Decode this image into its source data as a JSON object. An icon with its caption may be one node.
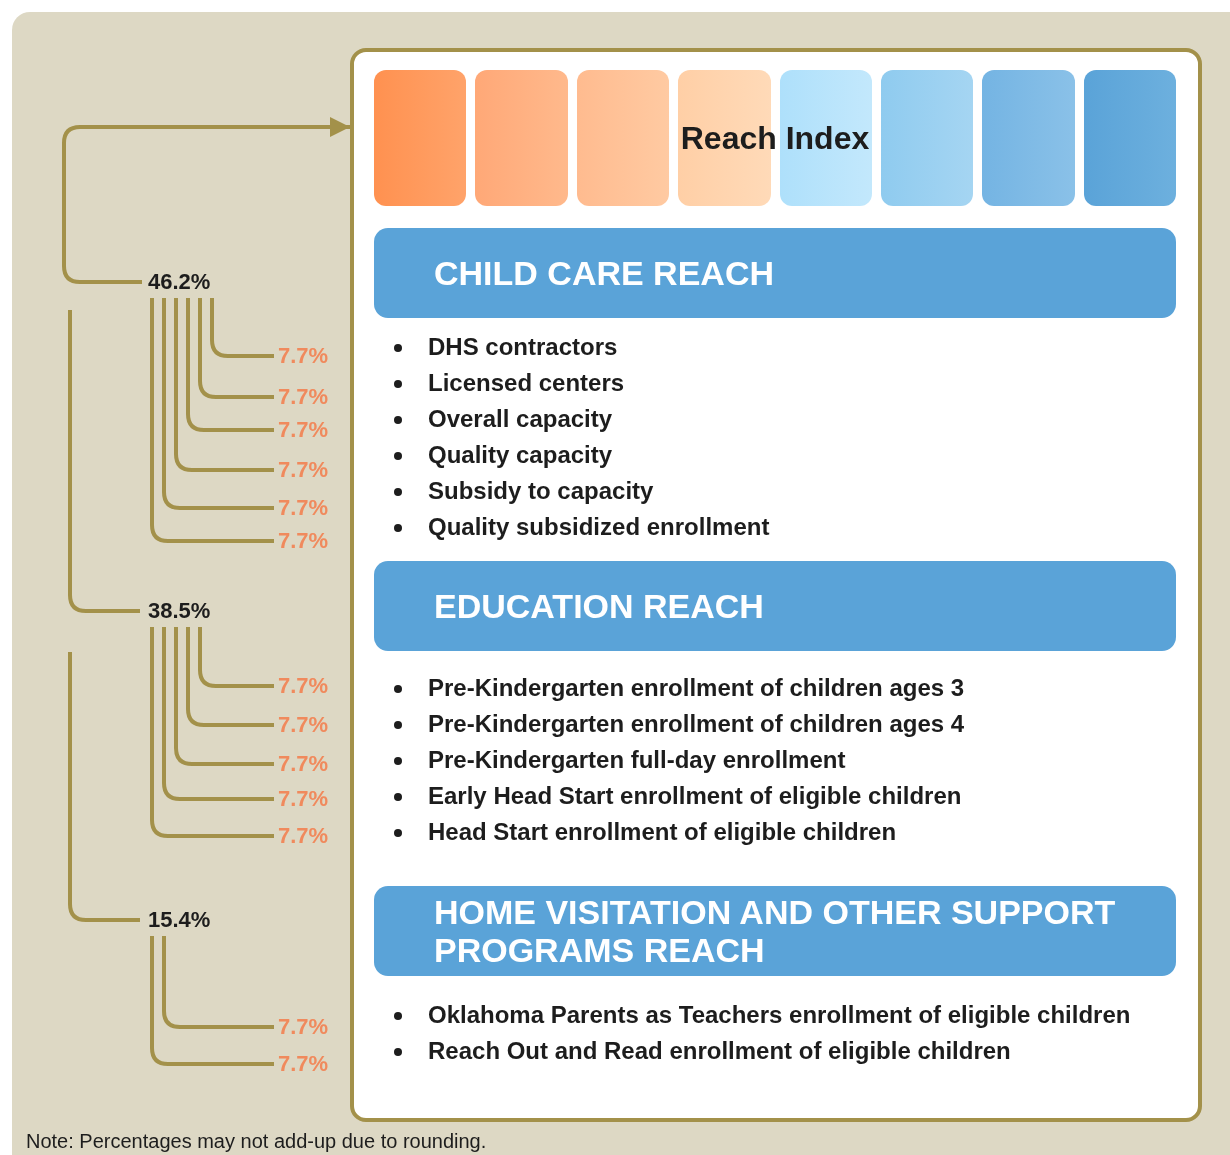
{
  "diagram": {
    "caption": "Note: Percentages may not add-up due to rounding.",
    "nodes": [
      {
        "text": [],
        "shape": "box"
      },
      {
        "text": [
          "Reach Index"
        ],
        "in": 0
      },
      {
        "text": [
          "CHILD CARE REACH"
        ],
        "in": 0,
        "beside": [
          "DHS contractors",
          "Licensed centers",
          "Overall capacity",
          "Quality capacity",
          "Subsidy to capacity",
          "Quality subsidized enrollment"
        ]
      },
      {
        "text": [
          "EDUCATION REACH"
        ],
        "in": 0,
        "beside": [
          "Pre-Kindergarten enrollment of children ages 3",
          "Pre-Kindergarten enrollment of children ages 4",
          "Pre-Kindergarten full-day enrollment",
          "Early Head Start enrollment of eligible children",
          "Head Start enrollment of eligible children"
        ]
      },
      {
        "text": [
          "HOME VISITATION AND OTHER SUPPORT PROGRAMS REACH"
        ],
        "in": 0,
        "beside": [
          "Oklahoma Parents as Teachers enrollment of eligible children",
          "Reach Out and Read enrollment of eligible children"
        ]
      },
      {
        "text": [
          "46.2%"
        ]
      },
      {
        "text": [
          "7.7%"
        ]
      },
      {
        "text": [
          "7.7%"
        ]
      },
      {
        "text": [
          "7.7%"
        ]
      },
      {
        "text": [
          "7.7%"
        ]
      },
      {
        "text": [
          "7.7%"
        ]
      },
      {
        "text": [
          "7.7%"
        ]
      },
      {
        "text": [
          "38.5%"
        ]
      },
      {
        "text": [
          "7.7%"
        ]
      },
      {
        "text": [
          "7.7%"
        ]
      },
      {
        "text": [
          "7.7%"
        ]
      },
      {
        "text": [
          "7.7%"
        ]
      },
      {
        "text": [
          "7.7%"
        ]
      },
      {
        "text": [
          "15.4%"
        ]
      },
      {
        "text": [
          "7.7%"
        ]
      },
      {
        "text": [
          "7.7%"
        ]
      }
    ],
    "edges": [
      {
        "from": 5,
        "to": 0,
        "arrow": "to"
      },
      {
        "from": null,
        "to": 12,
        "arrow": "none"
      },
      {
        "from": null,
        "to": 18,
        "arrow": "none"
      },
      {
        "from": 5,
        "to": 6,
        "arrow": "none"
      },
      {
        "from": 5,
        "to": 7,
        "arrow": "none"
      },
      {
        "from": 5,
        "to": 8,
        "arrow": "none"
      },
      {
        "from": 5,
        "to": 9,
        "arrow": "none"
      },
      {
        "from": 5,
        "to": 10,
        "arrow": "none"
      },
      {
        "from": 5,
        "to": 11,
        "arrow": "none"
      },
      {
        "from": 12,
        "to": 13,
        "arrow": "none"
      },
      {
        "from": 12,
        "to": 14,
        "arrow": "none"
      },
      {
        "from": 12,
        "to": 15,
        "arrow": "none"
      },
      {
        "from": 12,
        "to": 16,
        "arrow": "none"
      },
      {
        "from": 12,
        "to": 17,
        "arrow": "none"
      },
      {
        "from": 18,
        "to": 19,
        "arrow": "none"
      },
      {
        "from": 18,
        "to": 20,
        "arrow": "none"
      }
    ]
  }
}
